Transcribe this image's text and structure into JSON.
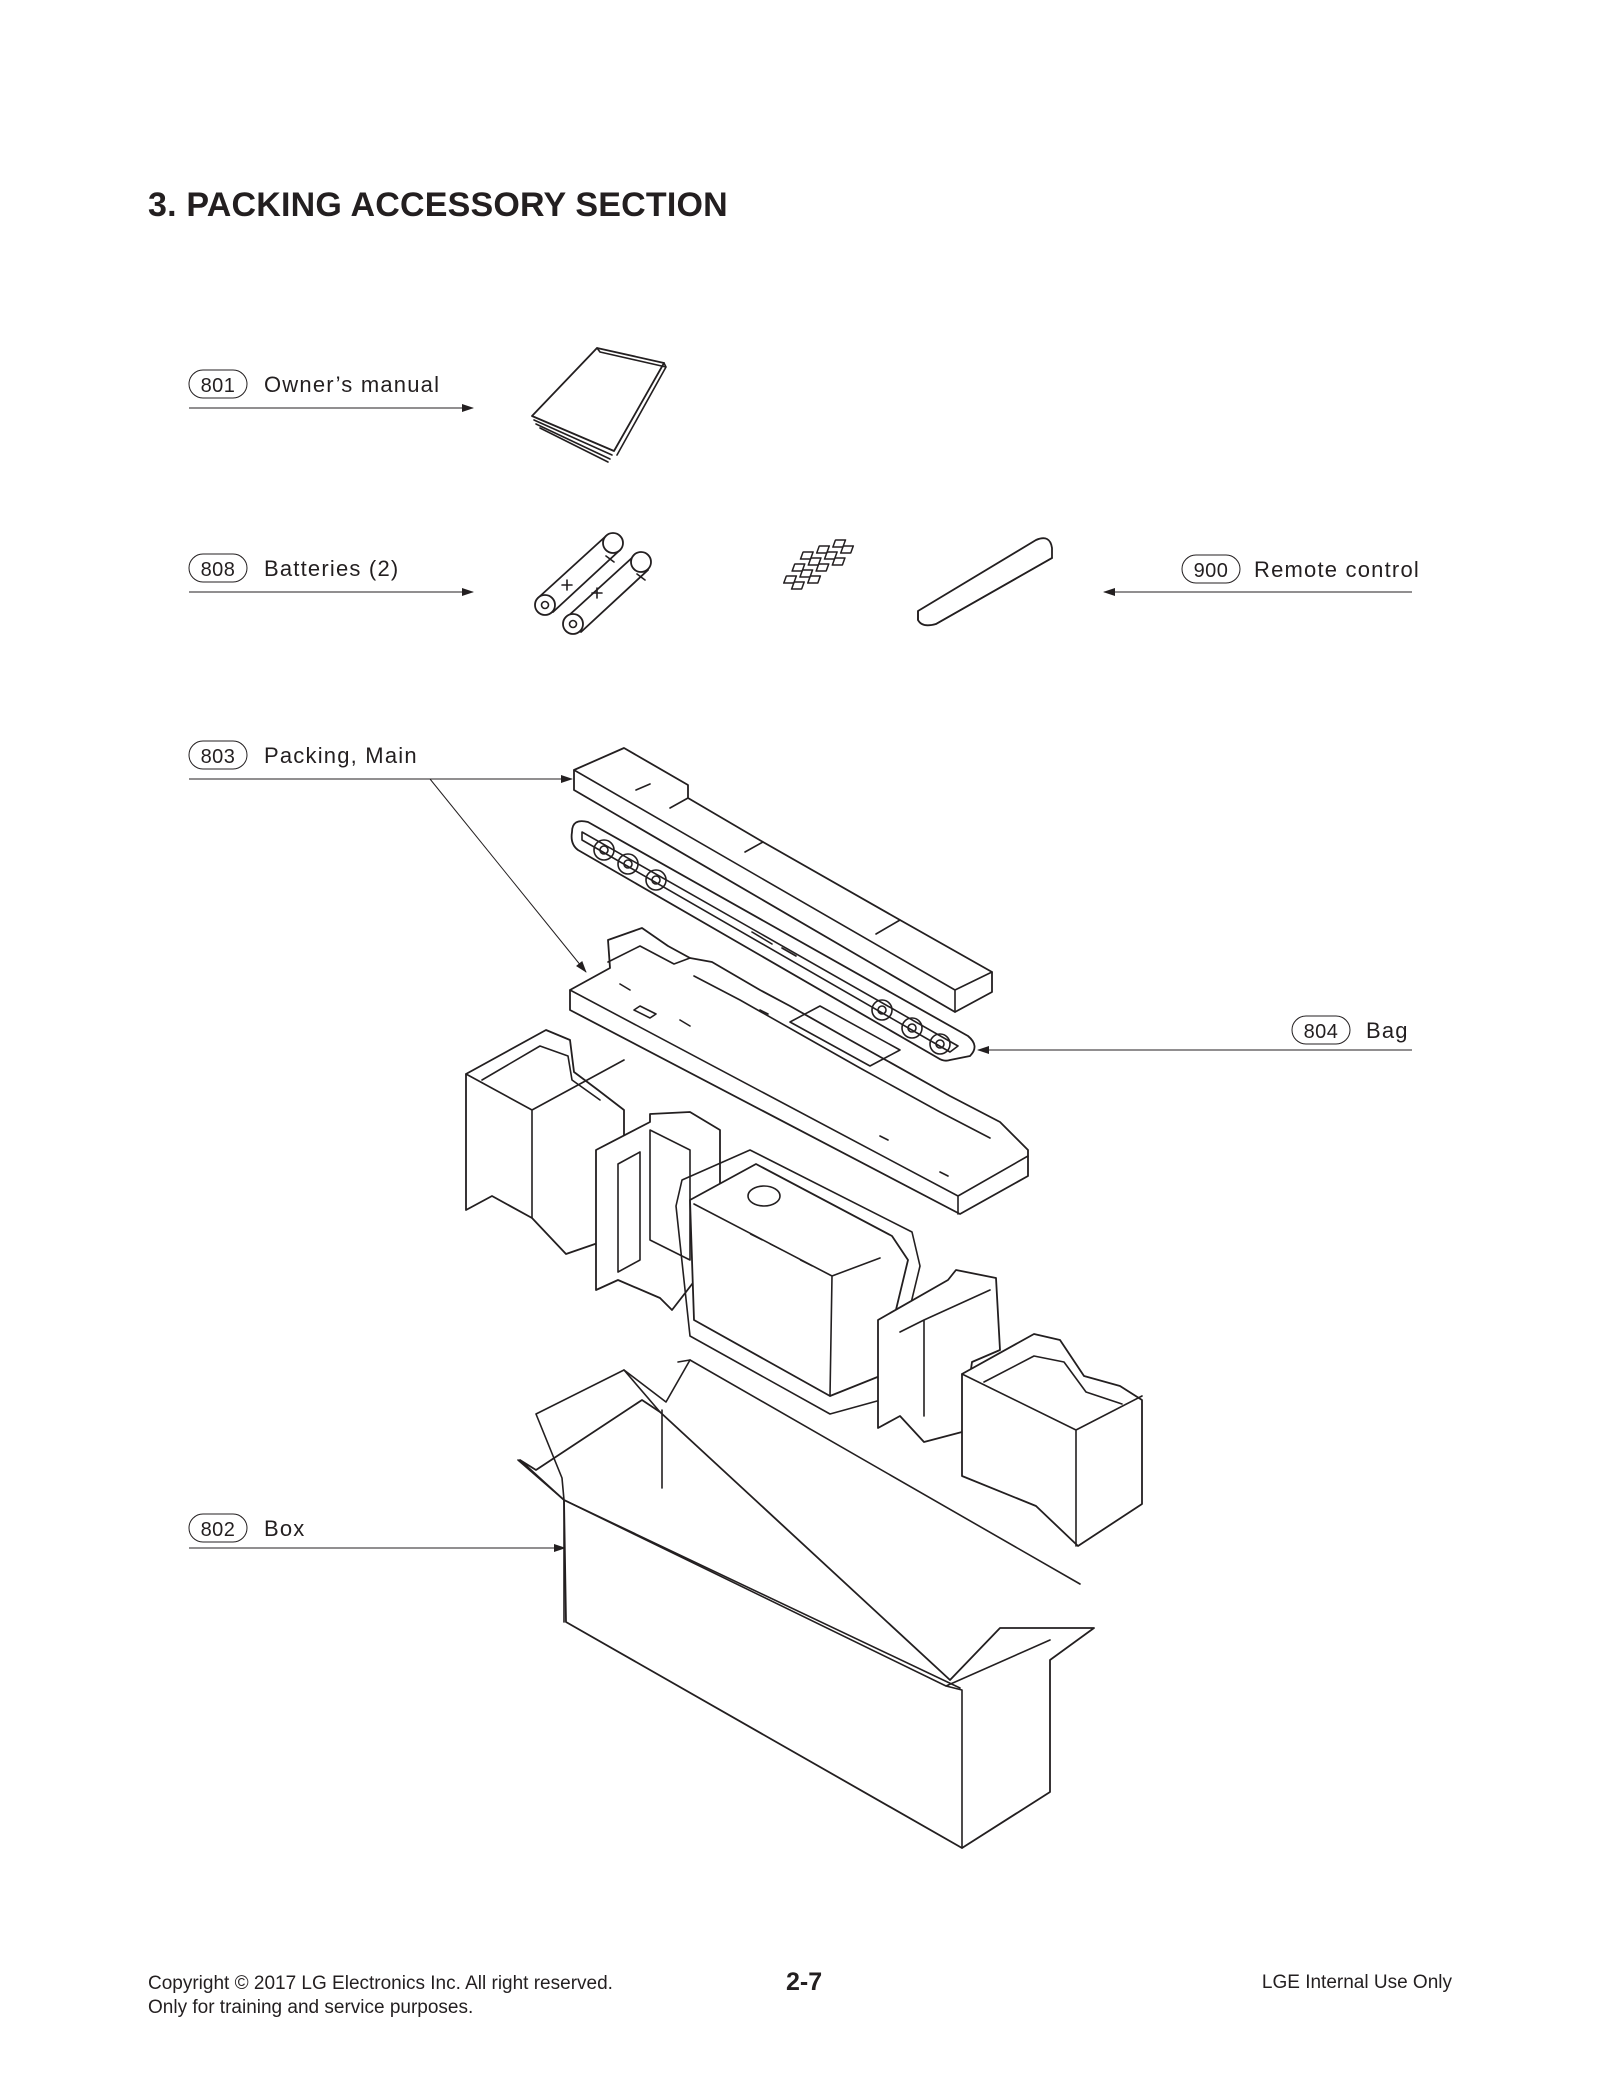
{
  "page": {
    "title": "3. PACKING ACCESSORY SECTION"
  },
  "callouts": [
    {
      "number": "801",
      "label": "Owner’s manual"
    },
    {
      "number": "808",
      "label": "Batteries (2)"
    },
    {
      "number": "900",
      "label": "Remote control"
    },
    {
      "number": "803",
      "label": "Packing, Main"
    },
    {
      "number": "804",
      "label": "Bag"
    },
    {
      "number": "802",
      "label": "Box"
    }
  ],
  "footer": {
    "copyright_line1": "Copyright © 2017 LG Electronics Inc. All right reserved.",
    "copyright_line2": "Only for training and service purposes.",
    "page_number": "2-7",
    "classification": "LGE Internal Use Only"
  }
}
